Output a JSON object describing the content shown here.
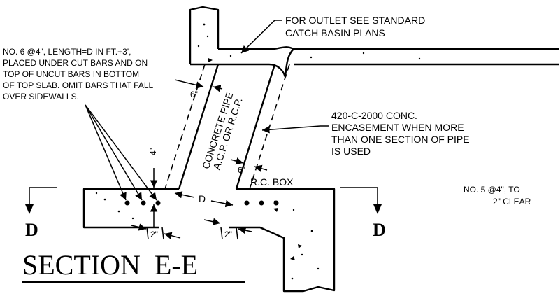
{
  "notes": {
    "outlet": [
      "FOR OUTLET SEE STANDARD",
      "CATCH BASIN PLANS"
    ],
    "rebar_no6": [
      "NO. 6 @4\", LENGTH=D IN FT.+3',",
      "PLACED UNDER CUT BARS AND ON",
      "TOP OF UNCUT BARS IN BOTTOM",
      "OF TOP SLAB. OMIT BARS THAT FALL",
      "OVER SIDEWALLS."
    ],
    "encasement": [
      "420-C-2000 CONC.",
      "ENCASEMENT WHEN MORE",
      "THAN ONE SECTION OF PIPE",
      "IS USED"
    ],
    "rebar_no5": [
      "NO. 5 @4\", TO",
      "2\" CLEAR"
    ]
  },
  "pipe_label": [
    "CONCRETE PIPE",
    "A.C.P. OR R.C.P."
  ],
  "box_label": "R.C. BOX",
  "dimensions": {
    "enc_top": "6\"",
    "enc_right": "6\"",
    "vertical": "4\"",
    "width": "D",
    "clear_left": "2\"",
    "clear_right": "2\""
  },
  "section_markers": {
    "left": "D",
    "right": "D"
  },
  "title": "SECTION  E-E"
}
